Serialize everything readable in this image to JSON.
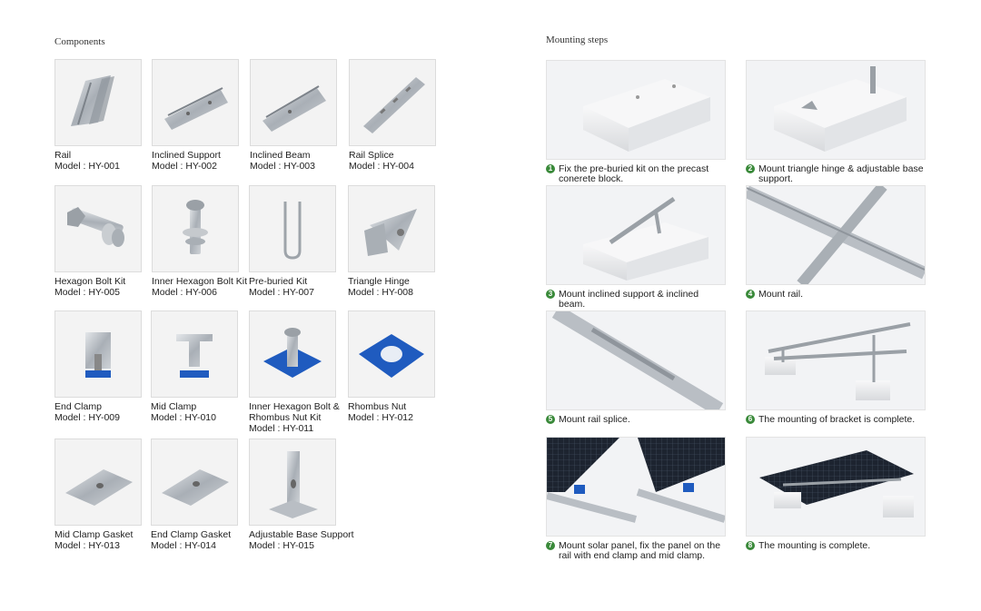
{
  "components_title": "Components",
  "steps_title": "Mounting steps",
  "components": [
    {
      "name": "Rail",
      "model": "Model : HY-001"
    },
    {
      "name": "Inclined Support",
      "model": "Model : HY-002"
    },
    {
      "name": "Inclined Beam",
      "model": "Model : HY-003"
    },
    {
      "name": "Rail Splice",
      "model": "Model : HY-004"
    },
    {
      "name": "Hexagon Bolt Kit",
      "model": "Model : HY-005"
    },
    {
      "name": "Inner Hexagon Bolt Kit",
      "model": "Model : HY-006"
    },
    {
      "name": "Pre-buried Kit",
      "model": "Model : HY-007"
    },
    {
      "name": "Triangle Hinge",
      "model": "Model : HY-008"
    },
    {
      "name": "End Clamp",
      "model": "Model : HY-009"
    },
    {
      "name": "Mid Clamp",
      "model": "Model : HY-010"
    },
    {
      "name": "Inner Hexagon Bolt & Rhombus Nut Kit",
      "model": "Model : HY-011"
    },
    {
      "name": "Rhombus Nut",
      "model": "Model : HY-012"
    },
    {
      "name": "Mid Clamp Gasket",
      "model": "Model : HY-013"
    },
    {
      "name": "End Clamp Gasket",
      "model": "Model : HY-014"
    },
    {
      "name": "Adjustable Base Support",
      "model": "Model : HY-015"
    }
  ],
  "steps": [
    {
      "num": "1",
      "text": "Fix the pre-buried kit on the precast conerete block."
    },
    {
      "num": "2",
      "text": "Mount triangle hinge & adjustable base support."
    },
    {
      "num": "3",
      "text": "Mount inclined support & inclined beam."
    },
    {
      "num": "4",
      "text": "Mount rail."
    },
    {
      "num": "5",
      "text": "Mount rail splice."
    },
    {
      "num": "6",
      "text": "The mounting of bracket is complete."
    },
    {
      "num": "7",
      "text": "Mount solar panel, fix the panel on the rail with end clamp and mid clamp."
    },
    {
      "num": "8",
      "text": "The mounting is complete."
    }
  ],
  "colors": {
    "accent_green": "#3a8a3a",
    "nut_blue": "#1f5bbf",
    "metal": "#b9bec4"
  }
}
